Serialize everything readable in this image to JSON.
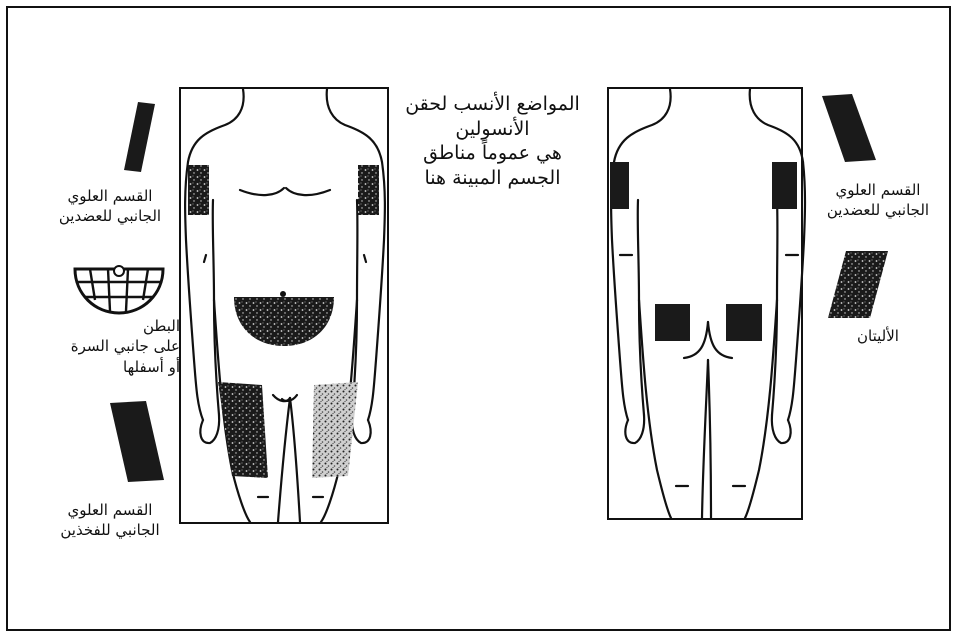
{
  "title": {
    "lines": [
      "المواضع الأنسب لحقن",
      "الأنسولين",
      "هي عموماً مناطق",
      "الجسم المبينة هنا"
    ]
  },
  "front_view": {
    "labels": {
      "upper_arms": [
        "القسم العلوي",
        "الجانبي للعضدين"
      ],
      "abdomen": [
        "البطن",
        "على جانبي السرة",
        "أو أسفلها"
      ],
      "thighs": [
        "القسم العلوي",
        "الجانبي للفخذين"
      ]
    }
  },
  "back_view": {
    "labels": {
      "upper_arms": [
        "القسم العلوي",
        "الجانبي للعضدين"
      ],
      "buttocks": [
        "الأليتان"
      ]
    }
  },
  "colors": {
    "ink": "#111111",
    "region_fill": "#1a1a1a",
    "stipple": "#d8d8d8",
    "background": "#ffffff"
  }
}
